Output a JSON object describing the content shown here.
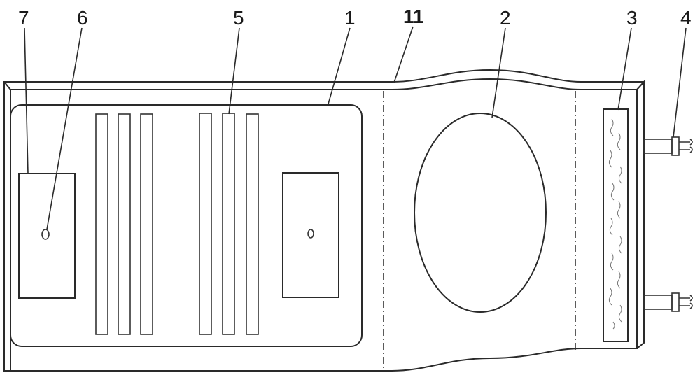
{
  "diagram": {
    "labels": {
      "l1": "1",
      "l2": "2",
      "l3": "3",
      "l4": "4",
      "l5": "5",
      "l6": "6",
      "l7": "7",
      "l11": "11"
    },
    "colors": {
      "line": "#2a2a2a",
      "stipple": "#8a8a8a",
      "background": "#ffffff"
    }
  }
}
